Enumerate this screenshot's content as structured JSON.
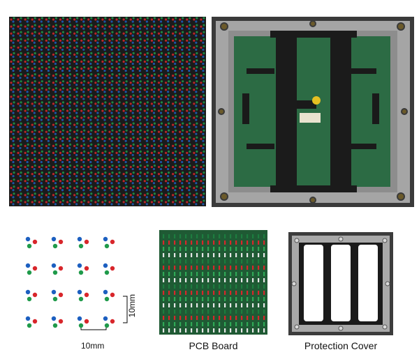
{
  "labels": {
    "pitch_vertical": "10mm",
    "pitch_horizontal": "10mm",
    "pcb": "PCB Board",
    "cover": "Protection Cover"
  },
  "colors": {
    "led_red": "#d8262b",
    "led_green": "#1f9a4a",
    "led_blue": "#1c5fc0",
    "pcb_green": "#23623a",
    "frame_gray": "#9b9b9b"
  }
}
